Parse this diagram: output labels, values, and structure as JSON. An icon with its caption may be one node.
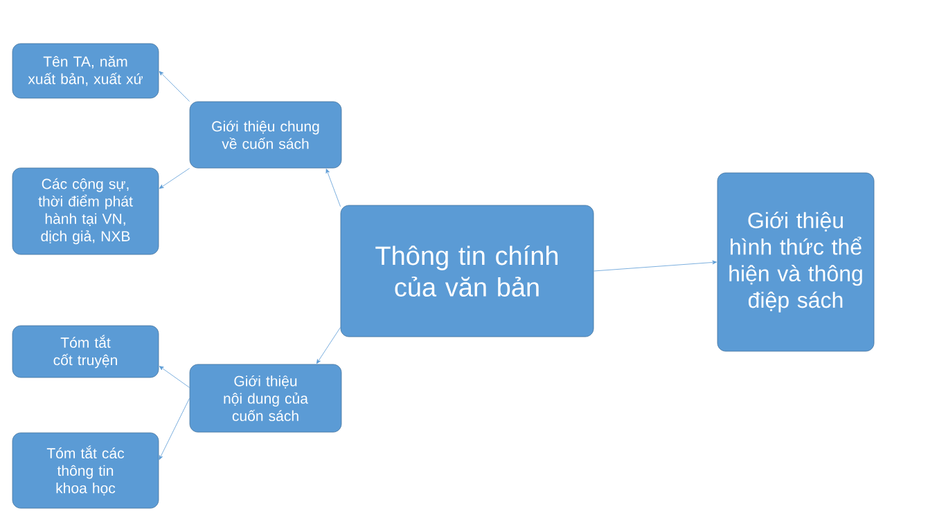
{
  "diagram": {
    "nodes": [
      {
        "text": [
          "Thông tin chính của văn bản"
        ]
      },
      {
        "text": [
          "Giới thiệu chung về cuốn sách"
        ]
      },
      {
        "text": [
          "Tên TA, năm xuất bản, xuất xứ"
        ]
      },
      {
        "text": [
          "Các cộng sự, thời điểm phát hành tại VN, dịch giả, NXB"
        ]
      },
      {
        "text": [
          "Giới thiệu nội dung của cuốn sách"
        ]
      },
      {
        "text": [
          "Tóm tắt cốt truyện"
        ]
      },
      {
        "text": [
          "Tóm tắt các thông tin khoa học"
        ]
      },
      {
        "text": [
          "Giới thiệu hình thức thể hiện và thông điệp sách"
        ]
      }
    ],
    "edges": [
      {
        "from": 0,
        "to": 1,
        "arrow": "to"
      },
      {
        "from": 1,
        "to": 2,
        "arrow": "to"
      },
      {
        "from": 1,
        "to": 3,
        "arrow": "to"
      },
      {
        "from": 0,
        "to": 4,
        "arrow": "to"
      },
      {
        "from": 4,
        "to": 5,
        "arrow": "to"
      },
      {
        "from": 4,
        "to": 6,
        "arrow": "to"
      },
      {
        "from": 0,
        "to": 7,
        "arrow": "to"
      }
    ]
  }
}
